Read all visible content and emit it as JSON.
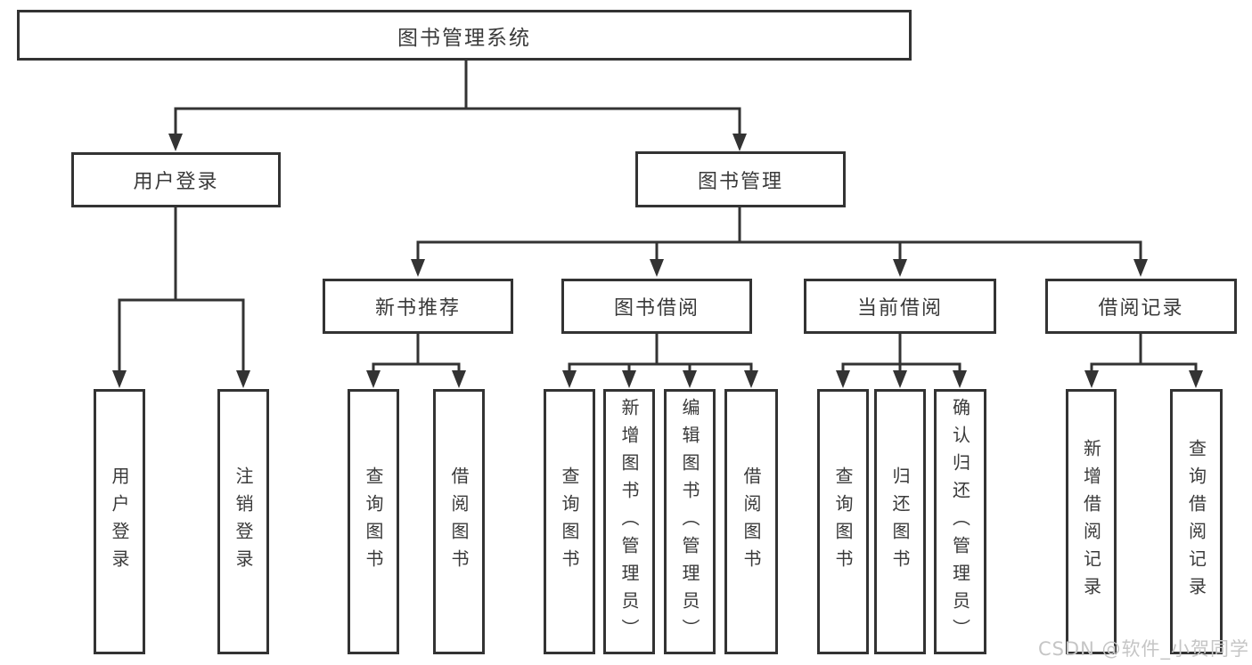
{
  "diagram": {
    "title": "图书管理系统",
    "nodes": {
      "root": {
        "label": "图书管理系统"
      },
      "l2": [
        {
          "label": "用户登录"
        },
        {
          "label": "图书管理"
        }
      ],
      "l3": [
        {
          "label": "新书推荐"
        },
        {
          "label": "图书借阅"
        },
        {
          "label": "当前借阅"
        },
        {
          "label": "借阅记录"
        }
      ],
      "l4": {
        "user_login": [
          {
            "label": "用户登录"
          },
          {
            "label": "注销登录"
          }
        ],
        "new_book": [
          {
            "label": "查询图书"
          },
          {
            "label": "借阅图书"
          }
        ],
        "book_borrow": [
          {
            "label": "查询图书"
          },
          {
            "label": "新增图书（管理员）"
          },
          {
            "label": "编辑图书（管理员）"
          },
          {
            "label": "借阅图书"
          }
        ],
        "current_borrow": [
          {
            "label": "查询图书"
          },
          {
            "label": "归还图书"
          },
          {
            "label": "确认归还（管理员）"
          }
        ],
        "borrow_record": [
          {
            "label": "新增借阅记录"
          },
          {
            "label": "查询借阅记录"
          }
        ]
      }
    },
    "colors": {
      "line": "#333333",
      "text": "#3a3a3a",
      "background": "#ffffff",
      "watermark": "#c5c5c5"
    }
  },
  "watermark": {
    "text": "CSDN @软件_小贺同学"
  }
}
